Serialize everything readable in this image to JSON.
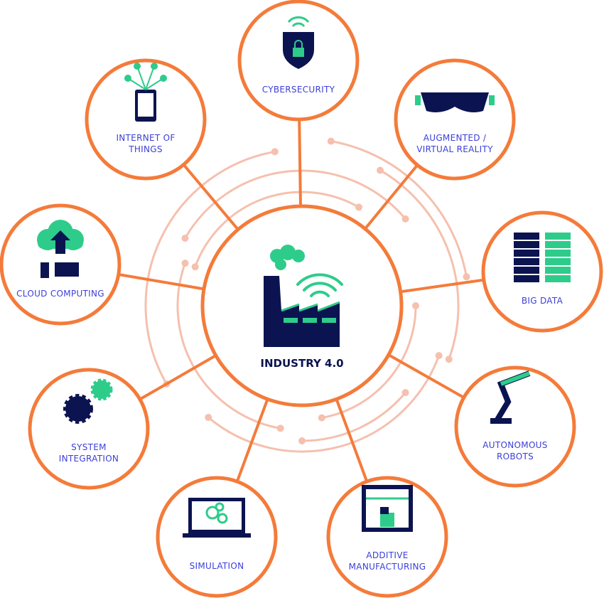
{
  "colors": {
    "orange": "#f47b3a",
    "navy": "#0b1450",
    "green": "#2ecc8a",
    "label": "#3b3fd8",
    "circuit": "#f5c0ae"
  },
  "center": {
    "label": "INDUSTRY 4.0",
    "icon": "factory-icon"
  },
  "nodes": [
    {
      "id": "cybersecurity",
      "lines": [
        "CYBERSECURITY"
      ],
      "icon": "shield-lock-icon"
    },
    {
      "id": "iot",
      "lines": [
        "INTERNET OF",
        "THINGS"
      ],
      "icon": "phone-network-icon"
    },
    {
      "id": "ar-vr",
      "lines": [
        "AUGMENTED /",
        "VIRTUAL REALITY"
      ],
      "icon": "vr-headset-icon"
    },
    {
      "id": "cloud",
      "lines": [
        "CLOUD COMPUTING"
      ],
      "icon": "cloud-upload-icon"
    },
    {
      "id": "big-data",
      "lines": [
        "BIG DATA"
      ],
      "icon": "server-rack-icon"
    },
    {
      "id": "system-integration",
      "lines": [
        "SYSTEM",
        "INTEGRATION"
      ],
      "icon": "gears-icon"
    },
    {
      "id": "robots",
      "lines": [
        "AUTONOMOUS",
        "ROBOTS"
      ],
      "icon": "robot-arm-icon"
    },
    {
      "id": "simulation",
      "lines": [
        "SIMULATION"
      ],
      "icon": "laptop-gears-icon"
    },
    {
      "id": "additive",
      "lines": [
        "ADDITIVE",
        "MANUFACTURING"
      ],
      "icon": "3d-printer-icon"
    }
  ]
}
